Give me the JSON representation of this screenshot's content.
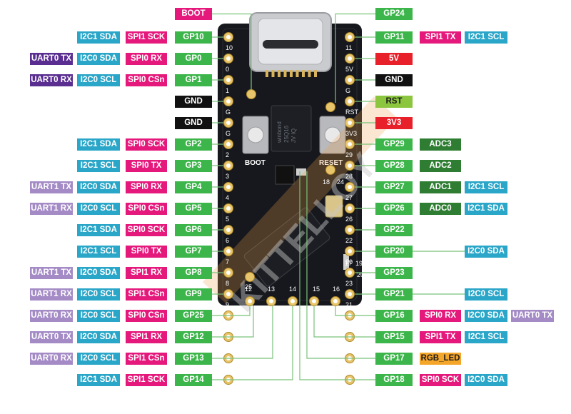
{
  "colors": {
    "gp": "#3cb54a",
    "spi": "#e5197c",
    "i2c": "#2aa6c8",
    "uart_dark": "#5a2d91",
    "uart_light": "#a48bc6",
    "power": "#e8202a",
    "gnd": "#111111",
    "rst": "#8cc63f",
    "adc": "#2e7d32",
    "rgb": "#f4a62a",
    "board": "#16181d",
    "pad": "#e8c46a",
    "line": "#7ac27a"
  },
  "board": {
    "chip_text": [
      "winbond",
      "25Q16",
      "JV IQ"
    ],
    "boot_button_label": "BOOT",
    "reset_button_label": "RESET",
    "watermark": "KITTELLOY"
  },
  "left_pins": [
    {
      "silk": "10",
      "labels": [
        "I2C1 SDA",
        "SPI1 SCK",
        "GP10"
      ],
      "kinds": [
        "i2c",
        "spi",
        "gp"
      ]
    },
    {
      "silk": "0",
      "labels": [
        "UART0 TX",
        "I2C0 SDA",
        "SPI0 RX",
        "GP0"
      ],
      "kinds": [
        "uart_dark",
        "i2c",
        "spi",
        "gp"
      ]
    },
    {
      "silk": "1",
      "labels": [
        "UART0 RX",
        "I2C0 SCL",
        "SPI0 CSn",
        "GP1"
      ],
      "kinds": [
        "uart_dark",
        "i2c",
        "spi",
        "gp"
      ]
    },
    {
      "silk": "G",
      "labels": [
        "GND"
      ],
      "kinds": [
        "gnd"
      ]
    },
    {
      "silk": "G",
      "labels": [
        "GND"
      ],
      "kinds": [
        "gnd"
      ]
    },
    {
      "silk": "2",
      "labels": [
        "I2C1 SDA",
        "SPI0 SCK",
        "GP2"
      ],
      "kinds": [
        "i2c",
        "spi",
        "gp"
      ]
    },
    {
      "silk": "3",
      "labels": [
        "I2C1 SCL",
        "SPI0 TX",
        "GP3"
      ],
      "kinds": [
        "i2c",
        "spi",
        "gp"
      ]
    },
    {
      "silk": "4",
      "labels": [
        "UART1 TX",
        "I2C0 SDA",
        "SPI0 RX",
        "GP4"
      ],
      "kinds": [
        "uart_light",
        "i2c",
        "spi",
        "gp"
      ]
    },
    {
      "silk": "5",
      "labels": [
        "UART1 RX",
        "I2C0 SCL",
        "SPI0 CSn",
        "GP5"
      ],
      "kinds": [
        "uart_light",
        "i2c",
        "spi",
        "gp"
      ]
    },
    {
      "silk": "6",
      "labels": [
        "I2C1 SDA",
        "SPI0 SCK",
        "GP6"
      ],
      "kinds": [
        "i2c",
        "spi",
        "gp"
      ]
    },
    {
      "silk": "7",
      "labels": [
        "I2C1 SCL",
        "SPI0 TX",
        "GP7"
      ],
      "kinds": [
        "i2c",
        "spi",
        "gp"
      ]
    },
    {
      "silk": "8",
      "labels": [
        "UART1 TX",
        "I2C0 SDA",
        "SPI1 RX",
        "GP8"
      ],
      "kinds": [
        "uart_light",
        "i2c",
        "spi",
        "gp"
      ]
    },
    {
      "silk": "9",
      "labels": [
        "UART1 RX",
        "I2C0 SCL",
        "SPI1 CSn",
        "GP9"
      ],
      "kinds": [
        "uart_light",
        "i2c",
        "spi",
        "gp"
      ]
    },
    {
      "silk": "25",
      "labels": [
        "UART0 RX",
        "I2C0 SCL",
        "SPI0 CSn",
        "GP25"
      ],
      "kinds": [
        "uart_light",
        "i2c",
        "spi",
        "gp"
      ]
    },
    {
      "silk": "12",
      "labels": [
        "UART0 TX",
        "I2C0 SDA",
        "SPI1 RX",
        "GP12"
      ],
      "kinds": [
        "uart_light",
        "i2c",
        "spi",
        "gp"
      ]
    },
    {
      "silk": "13",
      "labels": [
        "UART0 RX",
        "I2C0 SCL",
        "SPI1 CSn",
        "GP13"
      ],
      "kinds": [
        "uart_light",
        "i2c",
        "spi",
        "gp"
      ]
    },
    {
      "silk": "14",
      "labels": [
        "I2C1 SDA",
        "SPI1 SCK",
        "GP14"
      ],
      "kinds": [
        "i2c",
        "spi",
        "gp"
      ]
    }
  ],
  "right_pins": [
    {
      "silk": "11",
      "labels": [
        "GP11",
        "SPI1 TX",
        "I2C1 SCL"
      ],
      "kinds": [
        "gp",
        "spi",
        "i2c"
      ]
    },
    {
      "silk": "5V",
      "labels": [
        "5V"
      ],
      "kinds": [
        "power"
      ]
    },
    {
      "silk": "G",
      "labels": [
        "GND"
      ],
      "kinds": [
        "gnd"
      ]
    },
    {
      "silk": "RST",
      "labels": [
        "RST"
      ],
      "kinds": [
        "rst"
      ]
    },
    {
      "silk": "3V3",
      "labels": [
        "3V3"
      ],
      "kinds": [
        "power"
      ]
    },
    {
      "silk": "29",
      "labels": [
        "GP29",
        "ADC3"
      ],
      "kinds": [
        "gp",
        "adc"
      ]
    },
    {
      "silk": "28",
      "labels": [
        "GP28",
        "ADC2"
      ],
      "kinds": [
        "gp",
        "adc"
      ]
    },
    {
      "silk": "27",
      "labels": [
        "GP27",
        "ADC1",
        "I2C1 SCL"
      ],
      "kinds": [
        "gp",
        "adc",
        "i2c"
      ]
    },
    {
      "silk": "26",
      "labels": [
        "GP26",
        "ADC0",
        "I2C1 SDA"
      ],
      "kinds": [
        "gp",
        "adc",
        "i2c"
      ]
    },
    {
      "silk": "22",
      "labels": [
        "GP22"
      ],
      "kinds": [
        "gp"
      ]
    },
    {
      "silk": "20",
      "labels": [
        "GP20",
        "I2C0 SDA"
      ],
      "kinds": [
        "gp",
        "i2c"
      ]
    },
    {
      "silk": "23",
      "labels": [
        "GP23"
      ],
      "kinds": [
        "gp"
      ]
    },
    {
      "silk": "21",
      "labels": [
        "GP21",
        "I2C0 SCL"
      ],
      "kinds": [
        "gp",
        "i2c"
      ]
    },
    {
      "silk": "16",
      "labels": [
        "GP16",
        "SPI0 RX",
        "I2C0 SDA",
        "UART0 TX"
      ],
      "kinds": [
        "gp",
        "spi",
        "i2c",
        "uart_light"
      ]
    },
    {
      "silk": "15",
      "labels": [
        "GP15",
        "SPI1 TX",
        "I2C1 SCL"
      ],
      "kinds": [
        "gp",
        "spi",
        "i2c"
      ]
    },
    {
      "silk": "17",
      "labels": [
        "GP17",
        "RGB_LED"
      ],
      "kinds": [
        "gp",
        "rgb"
      ]
    },
    {
      "silk": "18",
      "labels": [
        "GP18",
        "SPI0 SCK",
        "I2C0 SDA"
      ],
      "kinds": [
        "gp",
        "spi",
        "i2c"
      ]
    }
  ],
  "top_labels": [
    {
      "text": "BOOT",
      "kind": "spi"
    },
    {
      "text": "GP24",
      "kind": "gp"
    }
  ],
  "inner_silk": [
    "18",
    "24",
    "17",
    "19",
    "20"
  ]
}
